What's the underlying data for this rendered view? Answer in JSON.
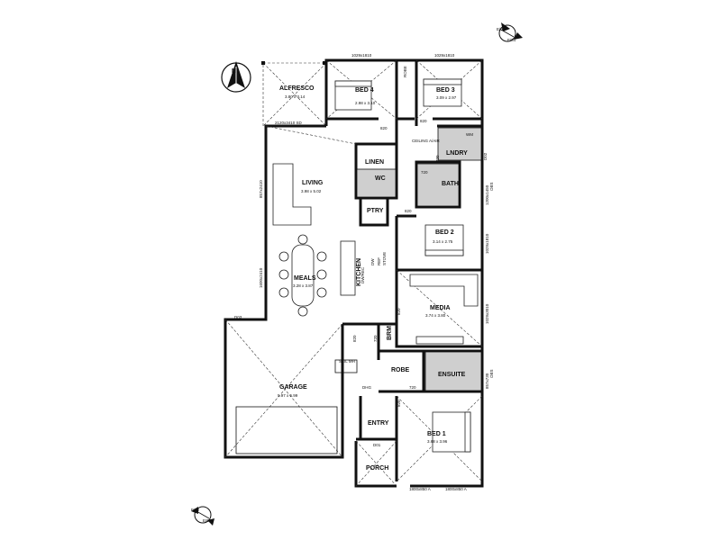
{
  "rooms": {
    "alfresco": {
      "name": "ALFRESCO",
      "size": "3.80 x 3.14"
    },
    "bed4": {
      "name": "BED 4",
      "size": "2.98 x 3.10"
    },
    "bed3": {
      "name": "BED 3",
      "size": "3.09 x 2.97"
    },
    "living": {
      "name": "LIVING",
      "size": "3.98 x 5.02"
    },
    "meals": {
      "name": "MEALS",
      "size": "3.28 x 3.87"
    },
    "bed2": {
      "name": "BED 2",
      "size": "3.14 x 2.75"
    },
    "media": {
      "name": "MEDIA",
      "size": "3.74 x 3.80"
    },
    "garage": {
      "name": "GARAGE",
      "size": "5.97 x 5.99"
    },
    "bed1": {
      "name": "BED 1",
      "size": "3.68 x 3.96"
    },
    "kitchen": {
      "name": "KITCHEN"
    },
    "linen": {
      "name": "LINEN"
    },
    "wc": {
      "name": "WC"
    },
    "ptry": {
      "name": "PTRY"
    },
    "lndry": {
      "name": "LNDRY"
    },
    "bath": {
      "name": "BATH"
    },
    "robe": {
      "name": "ROBE"
    },
    "ensuite": {
      "name": "ENSUITE"
    },
    "entry": {
      "name": "ENTRY"
    },
    "porch": {
      "name": "PORCH"
    },
    "brm": {
      "name": "BRM"
    }
  },
  "labels": {
    "ceiling_air": "CEILING A/AIR",
    "seil_mh": "SEIL MH",
    "wm": "WM",
    "robe_small": "ROBE",
    "dw": "DW",
    "ref": "REF",
    "stove": "STOVE",
    "d_ws": "DW/REC",
    "d03": "D03",
    "d02": "D02",
    "dhg": "DHG",
    "d01": "D01"
  },
  "dimensions": {
    "w_bed4": "1029x1810",
    "w_bed3": "1029x1810",
    "w_alfresco_door": "2120x3410 SD",
    "w_living": "857x2410",
    "w_meals": "1600x2410",
    "w_bed2_r1": "1200x1450",
    "w_bed2_r2": "1029x1810",
    "w_media": "1029x3010",
    "w_ensuite": "857x730",
    "w_bed1_b1": "1800x850 A",
    "w_bed1_b2": "1800x850 A",
    "w_obs_1": "OBS",
    "w_obs_2": "OBS",
    "door_820_1": "820",
    "door_820_2": "820",
    "door_820_3": "820",
    "door_820_4": "820",
    "door_820_5": "820",
    "door_820_6": "820",
    "door_720_1": "720",
    "door_720_2": "720",
    "door_720_3": "720",
    "door_720_4": "720"
  },
  "elevation_markers": {
    "top_right": [
      "E/03",
      "E/04"
    ],
    "bottom_left": [
      "E/02",
      "E/01"
    ]
  },
  "north_arrow": {
    "label": "N"
  },
  "icons": [
    "north-arrow-icon",
    "elevation-marker-icon"
  ]
}
